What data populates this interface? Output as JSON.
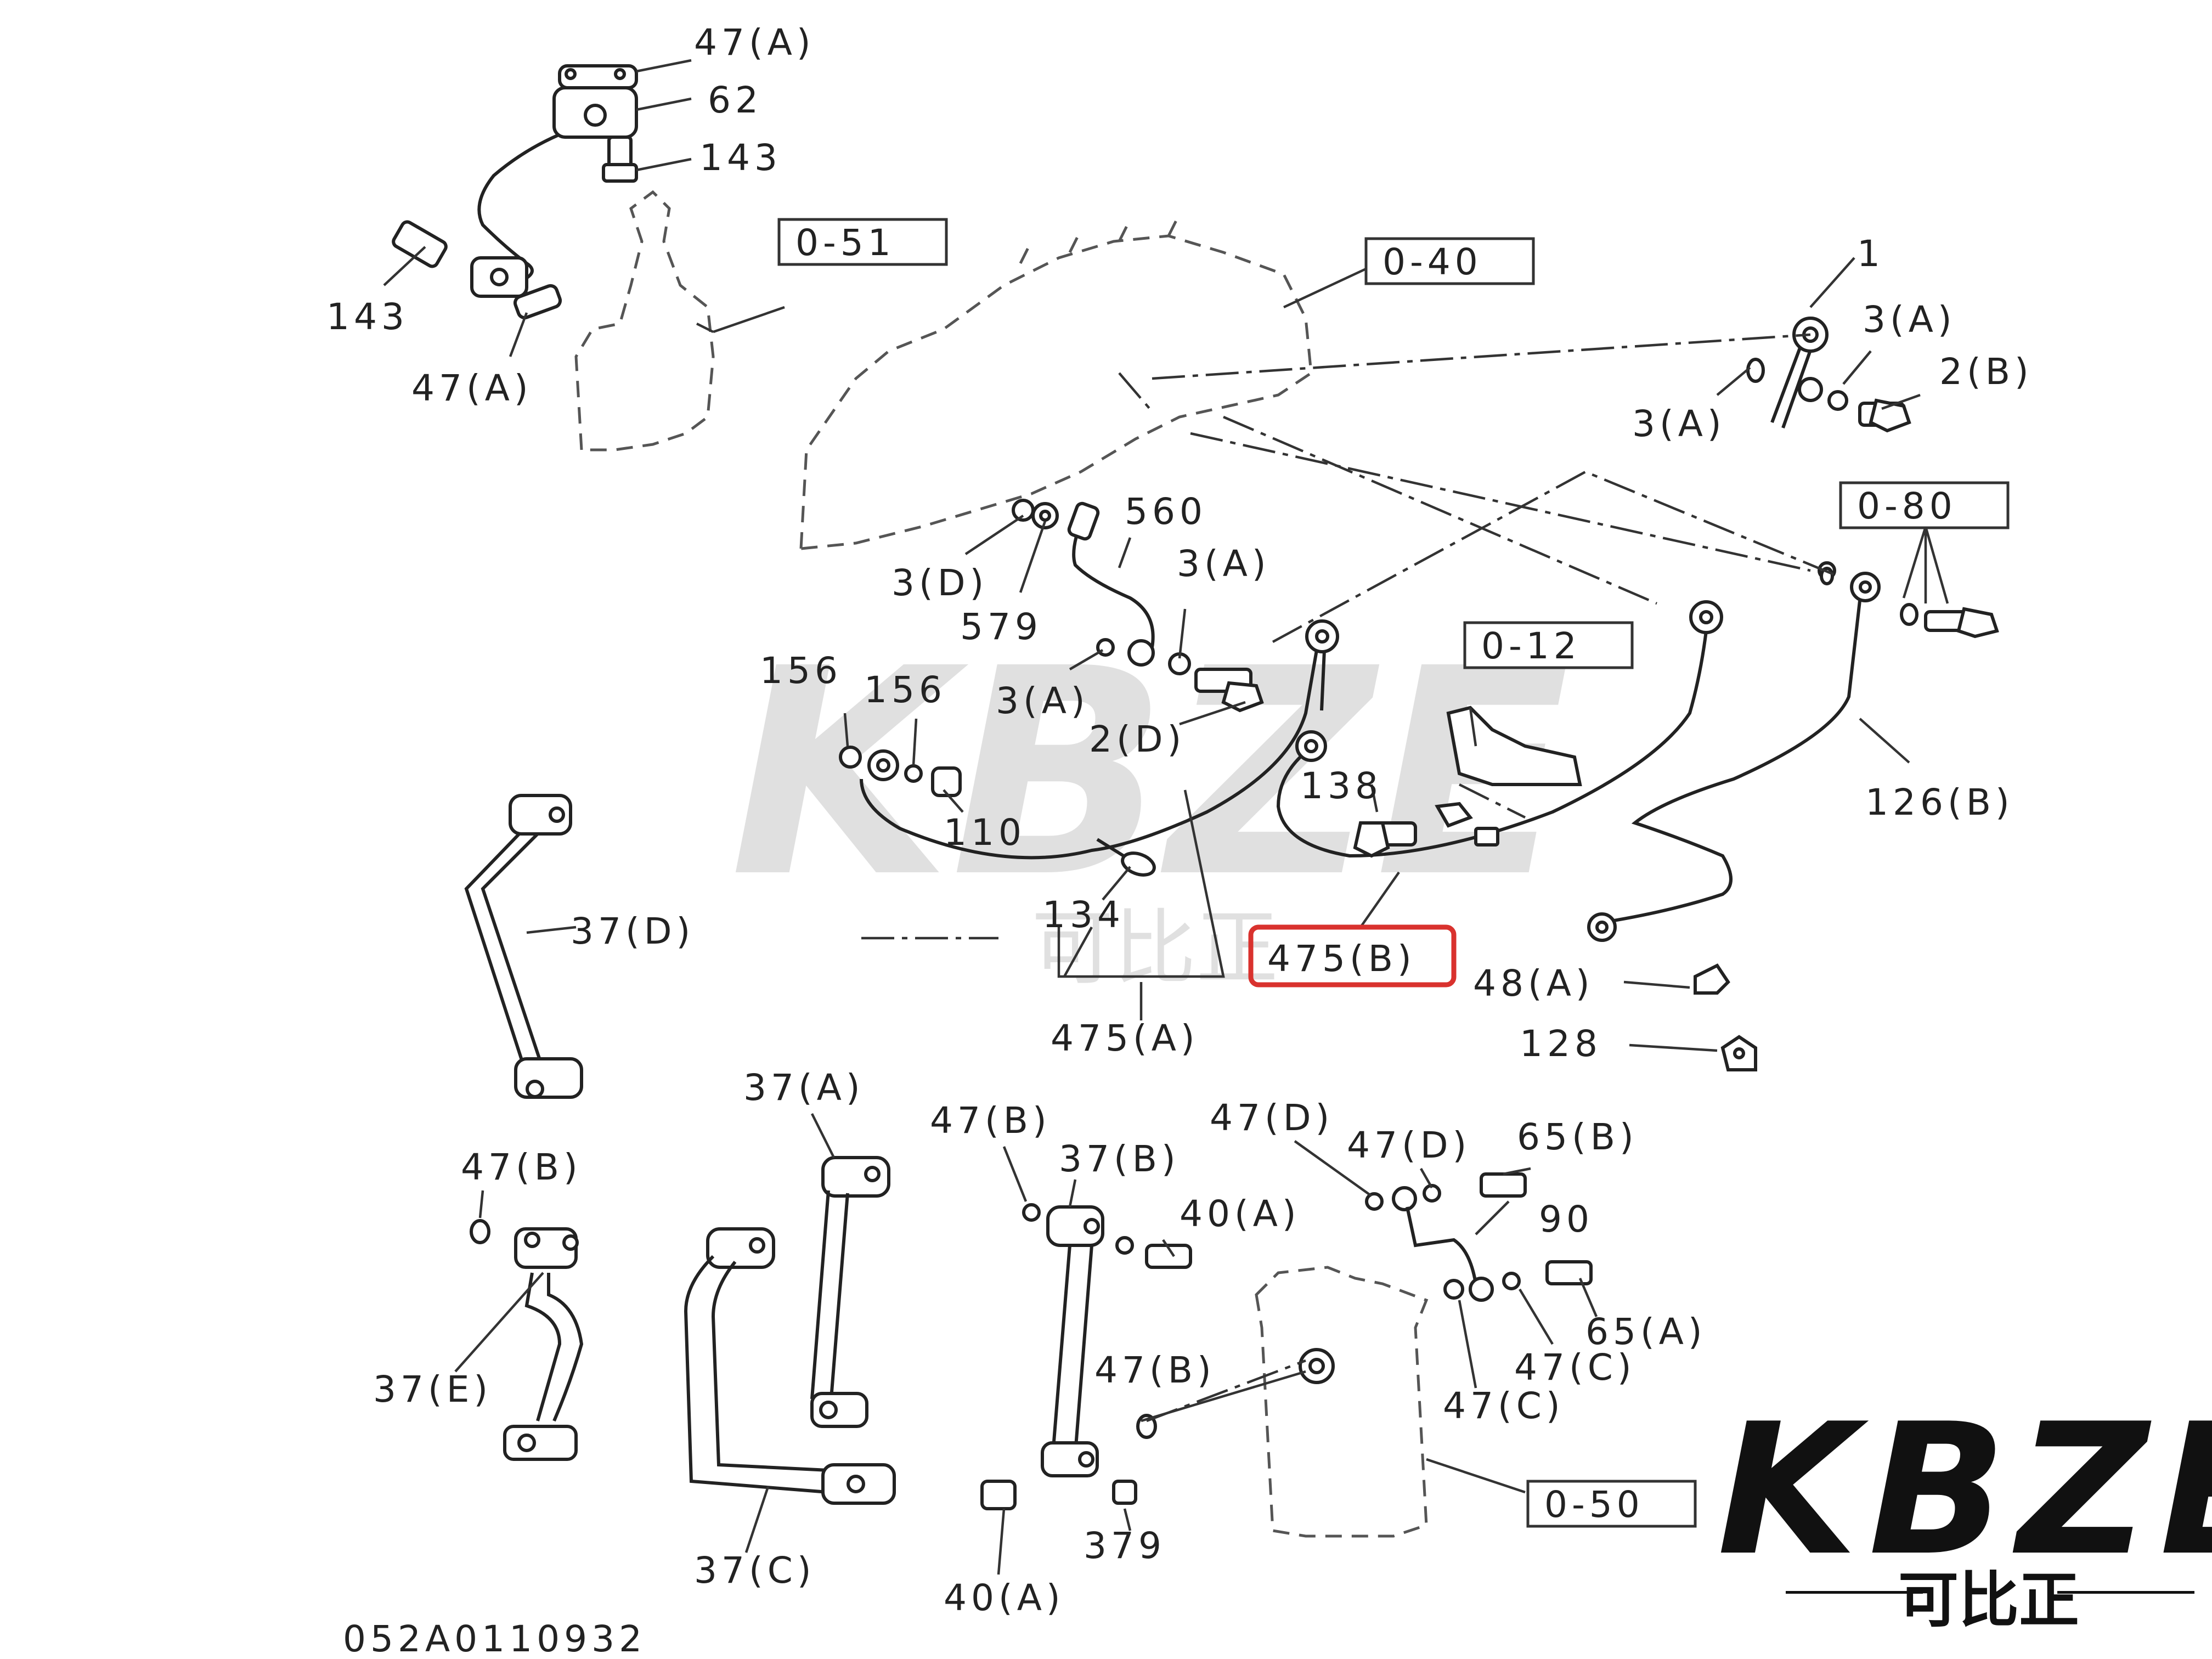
{
  "diagram_code": "052A0110932",
  "highlight_color": "#d9322e",
  "brand": {
    "name": "KBZE",
    "sub": "可比正",
    "color": "#111111"
  },
  "watermark": {
    "name": "KBZE",
    "sub": "可比正"
  },
  "ref_boxes": [
    "0-51",
    "0-40",
    "0-80",
    "0-12",
    "0-50"
  ],
  "labels": {
    "l47a_1": "47(A)",
    "l62": "62",
    "l143_1": "143",
    "l143_2": "143",
    "l47a_2": "47(A)",
    "l1": "1",
    "l3a_1": "3(A)",
    "l2b": "2(B)",
    "l3a_2": "3(A)",
    "l560": "560",
    "l3d": "3(D)",
    "l579": "579",
    "l3a_3": "3(A)",
    "l3a_4": "3(A)",
    "l2d": "2(D)",
    "l156_1": "156",
    "l156_2": "156",
    "l110": "110",
    "l138": "138",
    "l134": "134",
    "l126b": "126(B)",
    "l475b": "475(B)",
    "l475a": "475(A)",
    "l48a": "48(A)",
    "l128": "128",
    "l37d": "37(D)",
    "l37a": "37(A)",
    "l47b_1": "47(B)",
    "l37b": "37(B)",
    "l47d_1": "47(D)",
    "l47d_2": "47(D)",
    "l65b": "65(B)",
    "l47b_2": "47(B)",
    "l40a_1": "40(A)",
    "l90": "90",
    "l65a": "65(A)",
    "l47c_1": "47(C)",
    "l47c_2": "47(C)",
    "l47b_3": "47(B)",
    "l37e": "37(E)",
    "l37c": "37(C)",
    "l379": "379",
    "l40a_2": "40(A)"
  }
}
